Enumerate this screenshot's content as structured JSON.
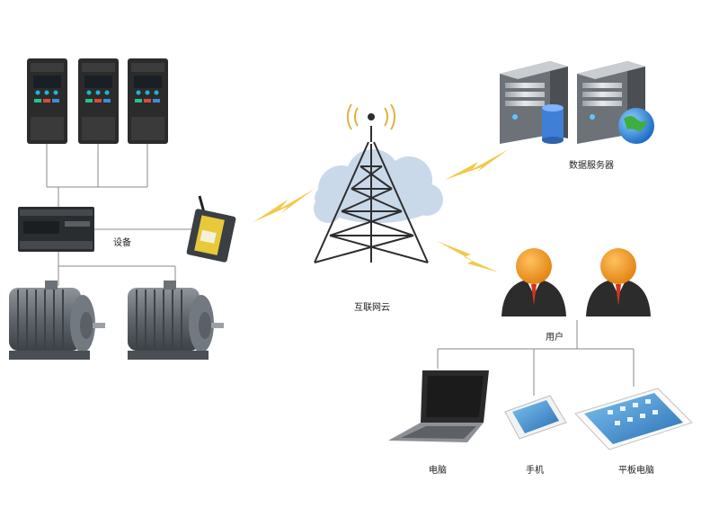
{
  "labels": {
    "device": "设备",
    "internet_cloud": "互联网云",
    "data_server": "数据服务器",
    "user": "用户",
    "computer": "电脑",
    "phone": "手机",
    "tablet": "平板电脑"
  },
  "colors": {
    "lightning": "#F2C94C",
    "connector": "#8A8A8A",
    "cloud": "#C9D9EA",
    "user_head": "#F39A1E",
    "tie": "#D0361F"
  }
}
